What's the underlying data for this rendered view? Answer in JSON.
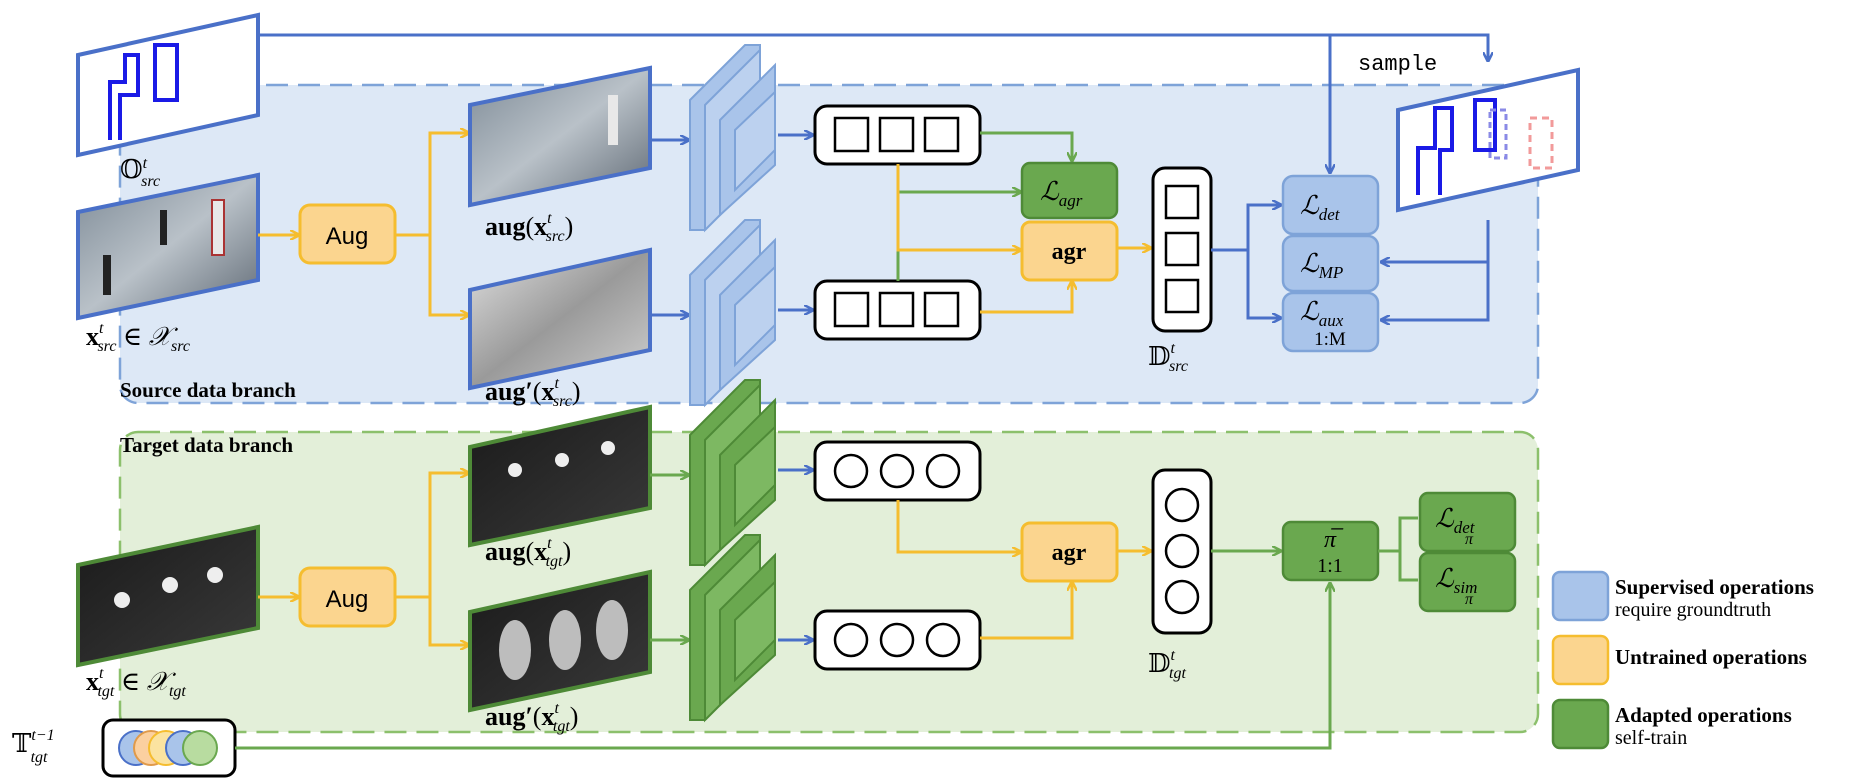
{
  "branches": {
    "source": "Source data branch",
    "target": "Target data branch"
  },
  "aug_op": "ᴀug",
  "aug_op_text": "Aug",
  "agr_label": "agr",
  "sample_label": "sample",
  "losses": {
    "agr": "ℒ",
    "agr_sub": "agr",
    "det": "ℒ",
    "det_sub": "det",
    "mp": "ℒ",
    "mp_sub": "MP",
    "aux": "ℒ",
    "aux_sub": "aux",
    "aux_note": "1:M",
    "tgt_det_sub": "det",
    "tgt_sim_sub": "sim",
    "pi_bar": "π̅",
    "pi_ratio": "1:1"
  },
  "labels": {
    "d_src_top": "𝕆",
    "src_input": "x",
    "tgt_input": "x"
  },
  "legend": [
    {
      "title": "Supervised operations",
      "subtitle": "require groundtruth",
      "color": "#a9c4ea",
      "stroke": "#7ea3d8"
    },
    {
      "title": "Untrained operations",
      "subtitle": "",
      "color": "#fbd58f",
      "stroke": "#f2b84b"
    },
    {
      "title": "Adapted operations",
      "subtitle": "self-train",
      "color": "#6aa84f",
      "stroke": "#4e8a37"
    }
  ],
  "colors": {
    "blue": "#4a70c8",
    "green": "#6aa84f",
    "yellow": "#f5bd2f",
    "src_bg": "#dde8f6",
    "tgt_bg": "#e3efd9"
  }
}
